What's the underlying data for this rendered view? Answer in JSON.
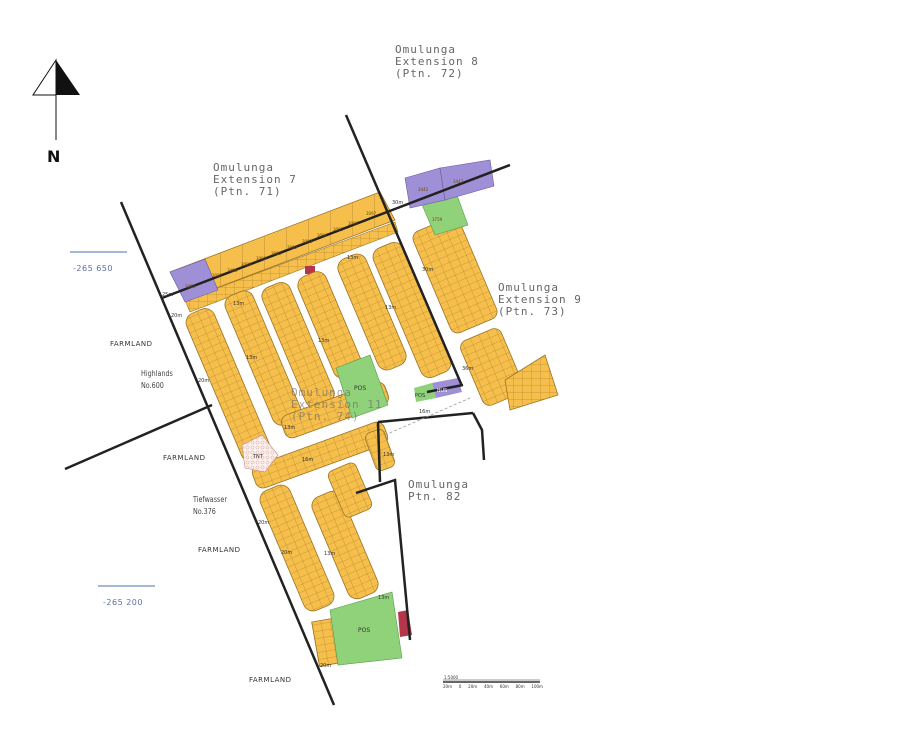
{
  "north_label": "N",
  "areas": {
    "ext8": [
      "Omulunga",
      "Extension 8",
      "(Ptn. 72)"
    ],
    "ext7": [
      "Omulunga",
      "Extension 7",
      "(Ptn. 71)"
    ],
    "ext9": [
      "Omulunga",
      "Extension 9",
      "(Ptn. 73)"
    ],
    "ext10": [
      "Omulunga",
      "Extension 11",
      "(Ptn. 74)"
    ],
    "ptn82": [
      "Omulunga",
      "Ptn. 82"
    ]
  },
  "farms": {
    "farmland_1": "FARMLAND",
    "farmland_2": "FARMLAND",
    "farmland_3": "FARMLAND",
    "farmland_4": "FARMLAND",
    "highlands": [
      "Highlands",
      "No.600"
    ],
    "tiefwasser": [
      "Tiefwasser",
      "No.376"
    ]
  },
  "coordinates": {
    "upper": "-265 650",
    "lower": "-265 200"
  },
  "road_widths": [
    "30m",
    "30m",
    "25m",
    "20m",
    "13m",
    "13m",
    "13m",
    "13m",
    "13m",
    "20m",
    "16m",
    "16m",
    "13m",
    "13m",
    "20m",
    "20m",
    "20m",
    "13m",
    "36m",
    "13m"
  ],
  "facilities": {
    "pos_1": "POS",
    "pos_2": "POS",
    "pos_3": "POS",
    "bus": "BUS",
    "tnt": "TNT"
  },
  "plot_numbers": [
    "3442",
    "3443",
    "3759",
    "3086",
    "3087",
    "3088",
    "3089",
    "3090",
    "3091",
    "3092",
    "3093",
    "3094",
    "3095",
    "3096",
    "3097"
  ],
  "scale_bar": {
    "label": "1:5000",
    "ticks": [
      "20m",
      "0",
      "20m",
      "40m",
      "60m",
      "80m",
      "100m"
    ]
  },
  "colors": {
    "residential": "#f6bf4c",
    "pos": "#8fd27a",
    "institutional": "#9f8fd6",
    "business": "#b5354a",
    "road": "#222222",
    "grid": "#4f6fb0"
  }
}
